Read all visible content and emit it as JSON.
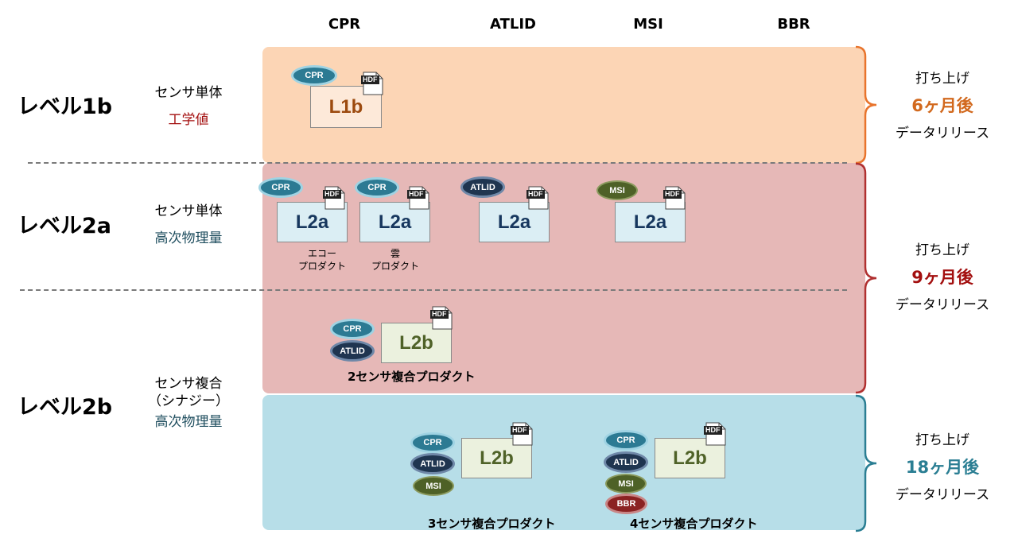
{
  "columns": [
    "CPR",
    "ATLID",
    "MSI",
    "BBR"
  ],
  "levels": {
    "l1b": {
      "title": "レベル1b",
      "desc1": "センサ単体",
      "desc2": "工学値",
      "desc2_color": "#a30f0f"
    },
    "l2a": {
      "title": "レベル2a",
      "desc1": "センサ単体",
      "desc2": "高次物理量",
      "desc2_color": "#1e4d5e"
    },
    "l2b": {
      "title": "レベル2b",
      "desc1": "センサ複合",
      "desc1b": "（シナジー）",
      "desc2": "高次物理量",
      "desc2_color": "#1e4d5e"
    }
  },
  "hdf_label": "HDF",
  "instruments": {
    "cpr": "CPR",
    "atlid": "ATLID",
    "msi": "MSI",
    "bbr": "BBR"
  },
  "products": {
    "l1b": "L1b",
    "l2a": "L2a",
    "l2b": "L2b"
  },
  "l2a_sublabels": {
    "echo_1": "エコー",
    "echo_2": "プロダクト",
    "cloud_1": "雲",
    "cloud_2": "プロダクト"
  },
  "combo_labels": {
    "two": "2センサ複合プロダクト",
    "three": "3センサ複合プロダクト",
    "four": "4センサ複合プロダクト"
  },
  "releases": [
    {
      "line1": "打ち上げ",
      "months": "6ヶ月後",
      "line3": "データリリース",
      "color": "#d2691e"
    },
    {
      "line1": "打ち上げ",
      "months": "9ヶ月後",
      "line3": "データリリース",
      "color": "#a30f0f"
    },
    {
      "line1": "打ち上げ",
      "months": "18ヶ月後",
      "line3": "データリリース",
      "color": "#2a7e93"
    }
  ],
  "colors": {
    "band_l1b": "#fcd5b5",
    "band_l2a": "#e6b8b7",
    "band_l2b": "#b7dee8",
    "brace_l1b": "#e8742c",
    "brace_l2": "#b03030",
    "brace_l2b": "#2a7e93",
    "text_l1b": "#9c4a0f",
    "text_l2a": "#17375e",
    "text_l2b": "#4f6228"
  }
}
